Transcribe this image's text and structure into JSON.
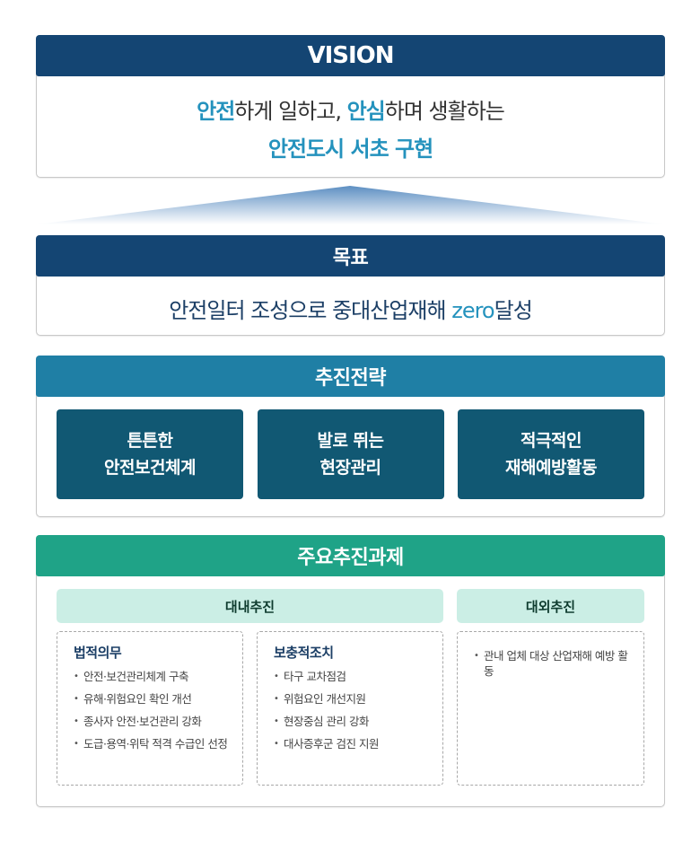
{
  "vision": {
    "title": "VISION",
    "line1": [
      {
        "text": "안전",
        "accent": true
      },
      {
        "text": "하게 일하고, ",
        "accent": false
      },
      {
        "text": "안심",
        "accent": true
      },
      {
        "text": "하며 생활하는",
        "accent": false
      }
    ],
    "line2": "안전도시 서초 구현"
  },
  "goal": {
    "title": "목표",
    "text_before": "안전일터 조성으로 중대산업재해 ",
    "text_highlight": "zero",
    "text_after": "달성"
  },
  "strategy": {
    "title": "추진전략",
    "cards": [
      {
        "line1": "튼튼한",
        "line2": "안전보건체계"
      },
      {
        "line1": "발로 뛰는",
        "line2": "현장관리"
      },
      {
        "line1": "적극적인",
        "line2": "재해예방활동"
      }
    ]
  },
  "tasks": {
    "title": "주요추진과제",
    "internal_label": "대내추진",
    "external_label": "대외추진",
    "groups": [
      {
        "title": "법적의무",
        "items": [
          "안전·보건관리체계 구축",
          "유해·위험요인 확인 개선",
          "종사자 안전·보건관리 강화",
          "도급·용역·위탁 적격 수급인 선정"
        ]
      },
      {
        "title": "보충적조치",
        "items": [
          "타구 교차점검",
          "위험요인 개선지원",
          "현장중심 관리 강화",
          "대사증후군 검진 지원"
        ]
      },
      {
        "title": "",
        "items": [
          "관내 업체 대상 산업재해 예방 활동"
        ]
      }
    ]
  },
  "colors": {
    "navy": "#144573",
    "teal": "#1f7fa5",
    "green": "#1fa387",
    "card": "#115873",
    "accent": "#2492bd",
    "sub_head_bg": "#cbeee5"
  }
}
